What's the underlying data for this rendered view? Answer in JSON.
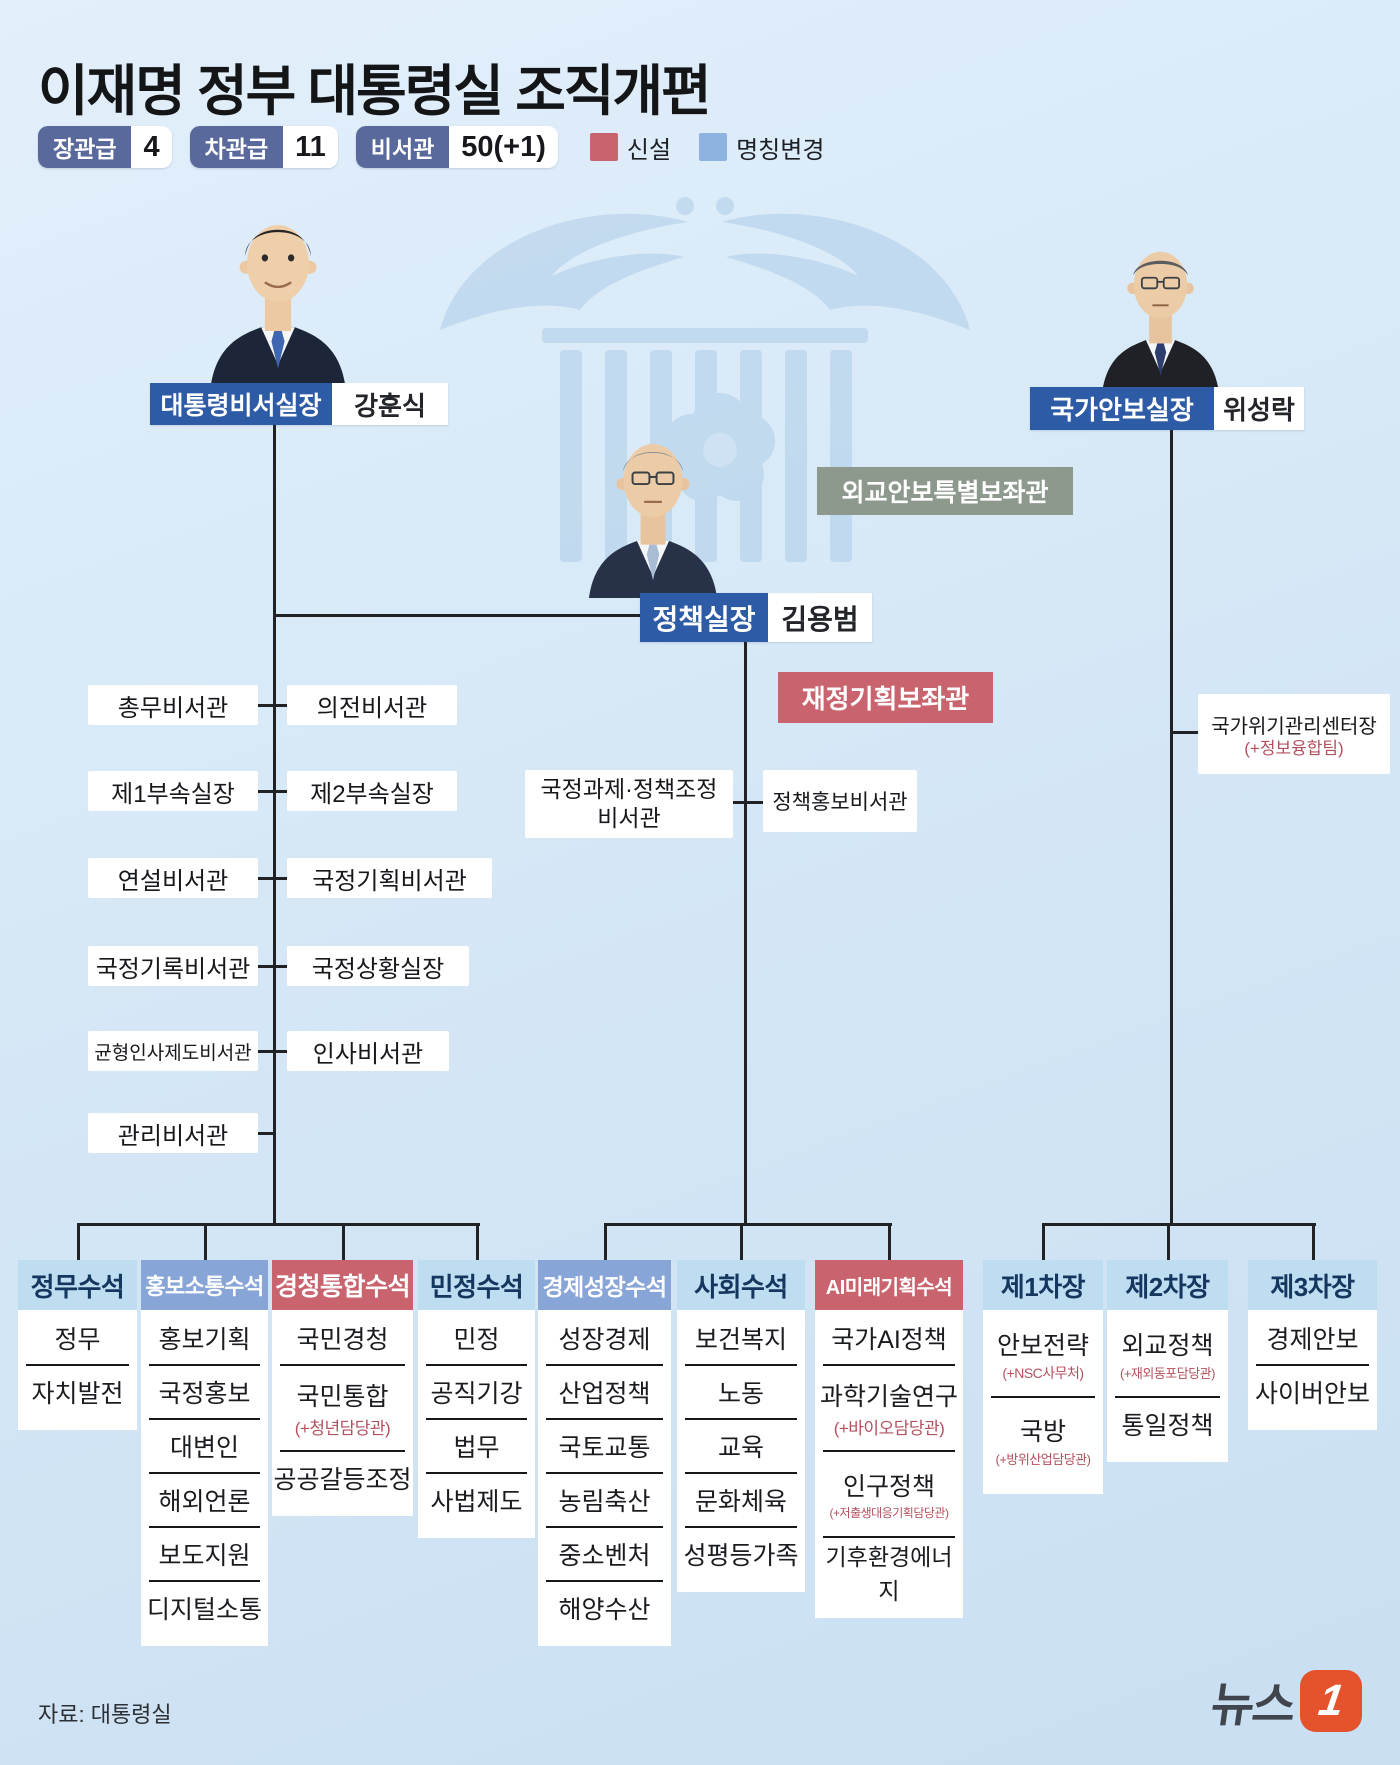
{
  "title": "이재명 정부 대통령실 조직개편",
  "stats": [
    {
      "label": "장관급",
      "value": "4"
    },
    {
      "label": "차관급",
      "value": "11"
    },
    {
      "label": "비서관",
      "value": "50(+1)"
    }
  ],
  "legend": [
    {
      "label": "신설",
      "color": "#c9646e"
    },
    {
      "label": "명칭변경",
      "color": "#8fb3e0"
    }
  ],
  "colors": {
    "new": "#c9646e",
    "renamed": "#88a5d7",
    "light_header": "#bfddf1",
    "chief_label_blue": "#2e5ba6",
    "advisor_gray": "#8c998c",
    "note_red": "#b4505e",
    "stat_pill_navy": "#5a699b",
    "logo_orange": "#e4532b"
  },
  "chiefs": [
    {
      "id": "secretary",
      "title": "대통령비서실장",
      "name": "강훈식"
    },
    {
      "id": "policy",
      "title": "정책실장",
      "name": "김용범"
    },
    {
      "id": "security",
      "title": "국가안보실장",
      "name": "위성락"
    }
  ],
  "special_labels": [
    {
      "id": "foreign-security-advisor",
      "label": "외교안보특별보좌관",
      "type": "gray"
    },
    {
      "id": "fiscal-planning-advisor",
      "label": "재정기획보좌관",
      "type": "new"
    }
  ],
  "left_rows": [
    [
      "총무비서관",
      "의전비서관"
    ],
    [
      "제1부속실장",
      "제2부속실장"
    ],
    [
      "연설비서관",
      "국정기획비서관"
    ],
    [
      "국정기록비서관",
      "국정상황실장"
    ],
    [
      "균형인사제도비서관",
      "인사비서관"
    ],
    [
      "관리비서관"
    ]
  ],
  "mid_boxes": [
    {
      "label": "국정과제·정책조정\n비서관"
    },
    {
      "label": "정책홍보비서관"
    }
  ],
  "right_box": {
    "label": "국가위기관리센터장",
    "note": "(+정보융합팀)"
  },
  "groups": [
    {
      "id": "political",
      "columns": [
        {
          "id": "jeongmu",
          "label": "정무수석",
          "type": "light",
          "items": [
            {
              "label": "정무"
            },
            {
              "label": "자치발전"
            }
          ]
        },
        {
          "id": "hongbo",
          "label": "홍보소통수석",
          "type": "renamed",
          "items": [
            {
              "label": "홍보기획"
            },
            {
              "label": "국정홍보"
            },
            {
              "label": "대변인"
            },
            {
              "label": "해외언론"
            },
            {
              "label": "보도지원"
            },
            {
              "label": "디지털소통"
            }
          ]
        },
        {
          "id": "gyeongcheong",
          "label": "경청통합수석",
          "type": "new",
          "items": [
            {
              "label": "국민경청"
            },
            {
              "label": "국민통합",
              "note": "(+청년담당관)"
            },
            {
              "label": "공공갈등조정"
            }
          ]
        },
        {
          "id": "minjeong",
          "label": "민정수석",
          "type": "light",
          "items": [
            {
              "label": "민정"
            },
            {
              "label": "공직기강"
            },
            {
              "label": "법무"
            },
            {
              "label": "사법제도"
            }
          ]
        }
      ]
    },
    {
      "id": "policy",
      "columns": [
        {
          "id": "economy",
          "label": "경제성장수석",
          "type": "renamed",
          "items": [
            {
              "label": "성장경제"
            },
            {
              "label": "산업정책"
            },
            {
              "label": "국토교통"
            },
            {
              "label": "농림축산"
            },
            {
              "label": "중소벤처"
            },
            {
              "label": "해양수산"
            }
          ]
        },
        {
          "id": "social",
          "label": "사회수석",
          "type": "light",
          "items": [
            {
              "label": "보건복지"
            },
            {
              "label": "노동"
            },
            {
              "label": "교육"
            },
            {
              "label": "문화체육"
            },
            {
              "label": "성평등가족"
            }
          ]
        },
        {
          "id": "ai",
          "label": "AI미래기획수석",
          "type": "new",
          "items": [
            {
              "label": "국가AI정책"
            },
            {
              "label": "과학기술연구",
              "note": "(+바이오담당관)"
            },
            {
              "label": "인구정책",
              "note": "(+저출생대응기획담당관)"
            },
            {
              "label": "기후환경에너지"
            }
          ]
        }
      ]
    },
    {
      "id": "security",
      "columns": [
        {
          "id": "first-deputy",
          "label": "제1차장",
          "type": "light",
          "items": [
            {
              "label": "안보전략",
              "note": "(+NSC사무처)"
            },
            {
              "label": "국방",
              "note": "(+방위산업담당관)"
            }
          ]
        },
        {
          "id": "second-deputy",
          "label": "제2차장",
          "type": "light",
          "items": [
            {
              "label": "외교정책",
              "note": "(+재외동포담당관)"
            },
            {
              "label": "통일정책"
            }
          ]
        },
        {
          "id": "third-deputy",
          "label": "제3차장",
          "type": "light",
          "items": [
            {
              "label": "경제안보"
            },
            {
              "label": "사이버안보"
            }
          ]
        }
      ]
    }
  ],
  "footer": {
    "source_label": "자료: 대통령실",
    "logo_text": "뉴스",
    "logo_mark": "1"
  }
}
